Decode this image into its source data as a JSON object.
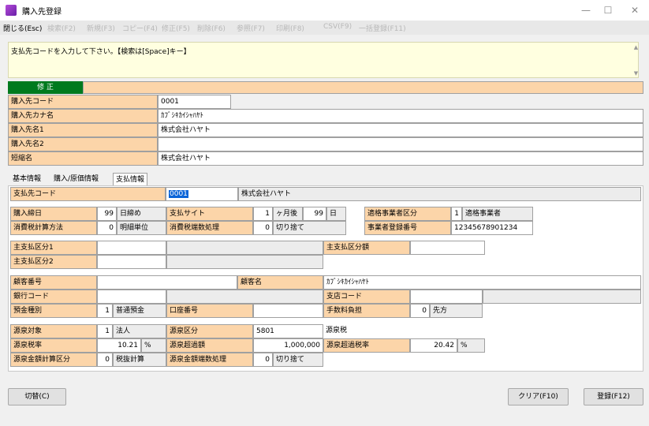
{
  "window": {
    "title": "購入先登録",
    "minimize": "—",
    "maximize": "☐",
    "close": "✕"
  },
  "menu": [
    "閉じる(Esc)",
    "検索(F2)",
    "新規(F3)",
    "コピー(F4)",
    "修正(F5)",
    "削除(F6)",
    "参照(F7)",
    "印刷(F8)",
    "CSV(F9)",
    "一括登録(F11)"
  ],
  "message": "支払先コードを入力して下さい。【検索は[Space]キー】",
  "mode": "修 正",
  "header": {
    "code_label": "購入先コード",
    "code": "0001",
    "kana_label": "購入先カナ名",
    "kana": "ｶﾌﾞｼｷｶｲｼｬﾊﾔﾄ",
    "name1_label": "購入先名1",
    "name1": "株式会社ハヤト",
    "name2_label": "購入先名2",
    "name2": "",
    "short_label": "短縮名",
    "short": "株式会社ハヤト"
  },
  "tabs": [
    "基本情報",
    "購入/原価情報",
    "支払情報"
  ],
  "payee": {
    "label": "支払先コード",
    "code": "0001",
    "name": "株式会社ハヤト"
  },
  "terms": {
    "close_label": "購入締日",
    "close_day": "99",
    "close_unit": "日締め",
    "site_label": "支払サイト",
    "site_months": "1",
    "site_unit": "ヶ月後",
    "site_day": "99",
    "site_day_unit": "日",
    "calc_label": "消費税計算方法",
    "calc_code": "0",
    "calc_text": "明細単位",
    "round_label": "消費税端数処理",
    "round_code": "0",
    "round_text": "切り捨て",
    "invoice_label": "適格事業者区分",
    "invoice_code": "1",
    "invoice_text": "適格事業者",
    "reg_label": "事業者登録番号",
    "reg_no": "12345678901234"
  },
  "main_pay": {
    "type1_label": "主支払区分1",
    "type2_label": "主支払区分2",
    "amount_label": "主支払区分額"
  },
  "bank": {
    "cust_no_label": "顧客番号",
    "cust_name_label": "顧客名",
    "cust_name": "ｶﾌﾞｼｷｶｲｼｬﾊﾔﾄ",
    "bank_code_label": "銀行コード",
    "branch_code_label": "支店コード",
    "deposit_label": "預金種別",
    "deposit_code": "1",
    "deposit_text": "普通預金",
    "account_label": "口座番号",
    "fee_label": "手数料負担",
    "fee_code": "0",
    "fee_text": "先方"
  },
  "withholding": {
    "target_label": "源泉対象",
    "target_code": "1",
    "target_text": "法人",
    "class_label": "源泉区分",
    "class_code": "5801",
    "class_text": "源泉税",
    "rate_label": "源泉税率",
    "rate": "10.21",
    "rate_unit": "%",
    "excess_label": "源泉超過額",
    "excess": "1,000,000",
    "excess_rate_label": "源泉超過税率",
    "excess_rate": "20.42",
    "excess_rate_unit": "%",
    "calc_label": "源泉金額計算区分",
    "calc_code": "0",
    "calc_text": "税抜計算",
    "round_label": "源泉金額端数処理",
    "round_code": "0",
    "round_text": "切り捨て"
  },
  "buttons": {
    "switch": "切替(C)",
    "clear": "クリア(F10)",
    "register": "登録(F12)"
  }
}
